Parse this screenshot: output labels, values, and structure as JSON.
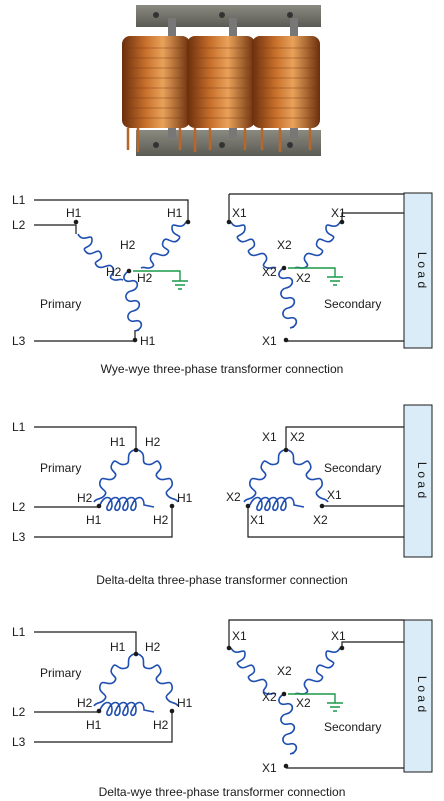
{
  "lines": {
    "l1": "L1",
    "l2": "L2",
    "l3": "L3"
  },
  "terms": {
    "h1": "H1",
    "h2": "H2",
    "x1": "X1",
    "x2": "X2"
  },
  "sides": {
    "primary": "Primary",
    "secondary": "Secondary"
  },
  "load_label": "L o a d",
  "captions": {
    "wye_wye": "Wye-wye three-phase transformer connection",
    "delta_delta": "Delta-delta three-phase transformer connection",
    "delta_wye": "Delta-wye three-phase transformer connection"
  },
  "colors": {
    "coil": "#1f4fb0",
    "ground": "#1a9a4a",
    "load_fill": "#d9ecf7",
    "wire": "#1a1a1a"
  }
}
